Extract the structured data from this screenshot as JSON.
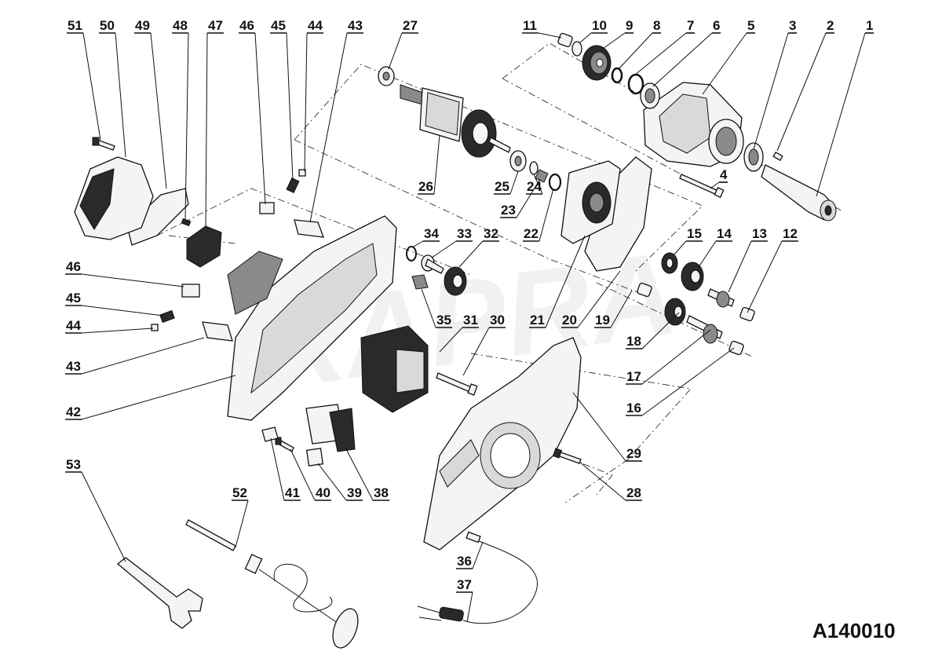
{
  "diagram": {
    "code": "A140010",
    "watermark": "RAPRA",
    "parts": [
      {
        "id": "p1",
        "label": "1"
      },
      {
        "id": "p2",
        "label": "2"
      },
      {
        "id": "p3",
        "label": "3"
      },
      {
        "id": "p4",
        "label": "4"
      },
      {
        "id": "p5",
        "label": "5"
      },
      {
        "id": "p6",
        "label": "6"
      },
      {
        "id": "p7",
        "label": "7"
      },
      {
        "id": "p8",
        "label": "8"
      },
      {
        "id": "p9",
        "label": "9"
      },
      {
        "id": "p10",
        "label": "10"
      },
      {
        "id": "p11",
        "label": "11"
      },
      {
        "id": "p12",
        "label": "12"
      },
      {
        "id": "p13",
        "label": "13"
      },
      {
        "id": "p14",
        "label": "14"
      },
      {
        "id": "p15",
        "label": "15"
      },
      {
        "id": "p16",
        "label": "16"
      },
      {
        "id": "p17",
        "label": "17"
      },
      {
        "id": "p18",
        "label": "18"
      },
      {
        "id": "p19",
        "label": "19"
      },
      {
        "id": "p20",
        "label": "20"
      },
      {
        "id": "p21",
        "label": "21"
      },
      {
        "id": "p22",
        "label": "22"
      },
      {
        "id": "p23",
        "label": "23"
      },
      {
        "id": "p24",
        "label": "24"
      },
      {
        "id": "p25",
        "label": "25"
      },
      {
        "id": "p26",
        "label": "26"
      },
      {
        "id": "p27",
        "label": "27"
      },
      {
        "id": "p28",
        "label": "28"
      },
      {
        "id": "p29",
        "label": "29"
      },
      {
        "id": "p30",
        "label": "30"
      },
      {
        "id": "p31",
        "label": "31"
      },
      {
        "id": "p32",
        "label": "32"
      },
      {
        "id": "p33",
        "label": "33"
      },
      {
        "id": "p34",
        "label": "34"
      },
      {
        "id": "p35",
        "label": "35"
      },
      {
        "id": "p36",
        "label": "36"
      },
      {
        "id": "p37",
        "label": "37"
      },
      {
        "id": "p38",
        "label": "38"
      },
      {
        "id": "p39",
        "label": "39"
      },
      {
        "id": "p40",
        "label": "40"
      },
      {
        "id": "p41",
        "label": "41"
      },
      {
        "id": "p42",
        "label": "42"
      },
      {
        "id": "p43a",
        "label": "43"
      },
      {
        "id": "p43b",
        "label": "43"
      },
      {
        "id": "p44a",
        "label": "44"
      },
      {
        "id": "p44b",
        "label": "44"
      },
      {
        "id": "p45a",
        "label": "45"
      },
      {
        "id": "p45b",
        "label": "45"
      },
      {
        "id": "p46a",
        "label": "46"
      },
      {
        "id": "p46b",
        "label": "46"
      },
      {
        "id": "p47",
        "label": "47"
      },
      {
        "id": "p48",
        "label": "48"
      },
      {
        "id": "p49",
        "label": "49"
      },
      {
        "id": "p50",
        "label": "50"
      },
      {
        "id": "p51",
        "label": "51"
      },
      {
        "id": "p52",
        "label": "52"
      },
      {
        "id": "p53",
        "label": "53"
      }
    ]
  }
}
